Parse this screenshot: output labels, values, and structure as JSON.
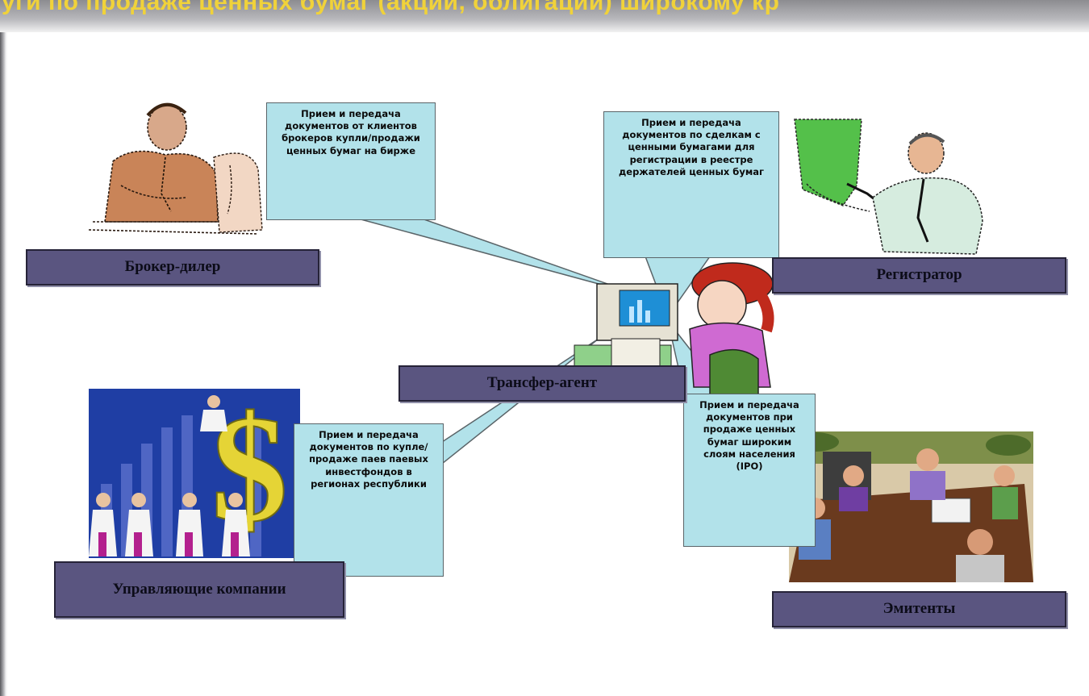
{
  "page_title": "уги по продаже ценных бумаг (акции, облигации) широкому кр",
  "roles": {
    "broker": "Брокер-дилер",
    "registrar": "Регистратор",
    "transfer_agent": "Трансфер-агент",
    "management": "Управляющие компании",
    "issuers": "Эмитенты"
  },
  "callouts": {
    "broker": "Прием и передача документов от клиентов брокеров купли/продажи ценных бумаг на бирже",
    "registrar": "Прием и передача документов по сделкам с ценными бумагами для регистрации в реестре держателей ценных бумаг",
    "management": "Прием и передача документов по купле/продаже паев паевых инвестфондов в регионах республики",
    "issuers": "Прием и передача документов при продаже ценных бумаг широким слоям населения (IPO)"
  },
  "icons": {
    "broker": "businessman-at-desk-icon",
    "registrar": "presenter-with-board-icon",
    "transfer_agent": "woman-at-computer-icon",
    "management": "dollar-growth-team-icon",
    "issuers": "meeting-table-icon"
  },
  "colors": {
    "label_fill": "#5a5580",
    "callout_fill": "#b2e2ea",
    "title_text": "#f0d23a"
  }
}
